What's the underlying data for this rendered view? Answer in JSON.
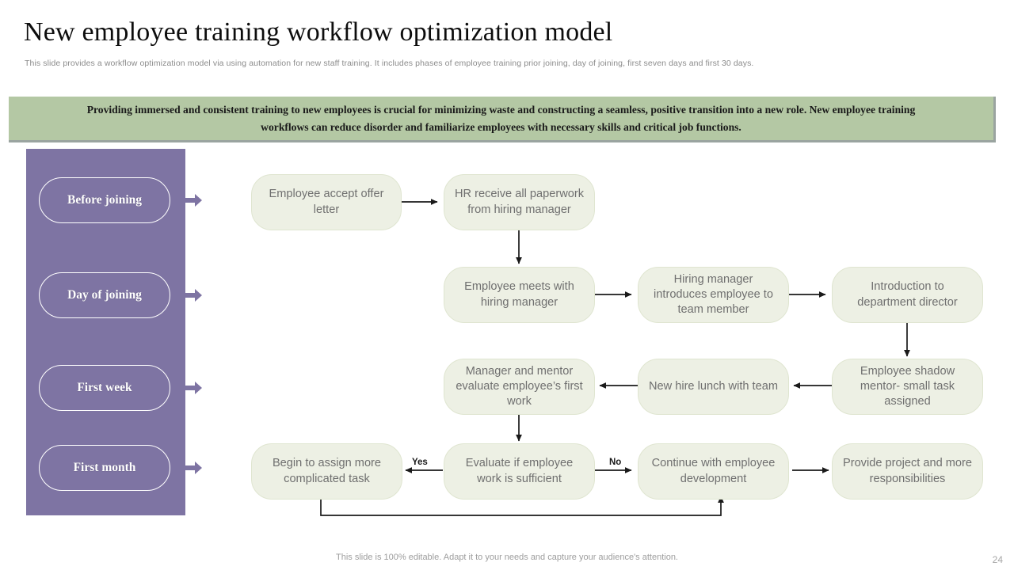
{
  "header": {
    "title": "New employee training workflow optimization model",
    "subtitle": "This slide provides a workflow optimization model via using automation for new staff training. It includes phases of employee training prior joining, day of joining, first seven days and first 30 days."
  },
  "banner": {
    "line1": "Providing  immersed  and  consistent training  to new employees is crucial  for minimizing  waste and  constructing  a seamless, positive transition  into  a",
    "line2": "new role. New employee training  workflows  can reduce disorder and  familiarize  employees with  necessary skills and  critical  job  functions."
  },
  "phases": [
    {
      "label": "Before joining"
    },
    {
      "label": "Day of joining"
    },
    {
      "label": "First week"
    },
    {
      "label": "First month"
    }
  ],
  "flow": {
    "nodes": [
      {
        "id": "n1",
        "label": "Employee accept offer letter"
      },
      {
        "id": "n2",
        "label": "HR receive all paperwork from hiring manager"
      },
      {
        "id": "n3",
        "label": "Employee meets with hiring manager"
      },
      {
        "id": "n4",
        "label": "Hiring manager introduces employee to team member"
      },
      {
        "id": "n5",
        "label": "Introduction  to department director"
      },
      {
        "id": "n6",
        "label": "Employee shadow mentor- small task assigned"
      },
      {
        "id": "n7",
        "label": "New hire lunch with team"
      },
      {
        "id": "n8",
        "label": "Manager and mentor evaluate employee’s first work"
      },
      {
        "id": "n9",
        "label": "Evaluate if employee work is sufficient"
      },
      {
        "id": "n10",
        "label": "Begin to assign more complicated task"
      },
      {
        "id": "n11",
        "label": "Continue with employee development"
      },
      {
        "id": "n12",
        "label": "Provide project and more responsibilities"
      }
    ],
    "edge_labels": {
      "yes": "Yes",
      "no": "No"
    }
  },
  "footer": {
    "note": "This slide is 100% editable. Adapt it to your needs and capture your audience's attention.",
    "page": "24"
  },
  "colors": {
    "rail_purple": "#7e74a3",
    "banner_green": "#b4c8a4",
    "node_fill": "#edf0e4",
    "node_border": "#dfe5d0",
    "connector": "#1a1a1a"
  }
}
